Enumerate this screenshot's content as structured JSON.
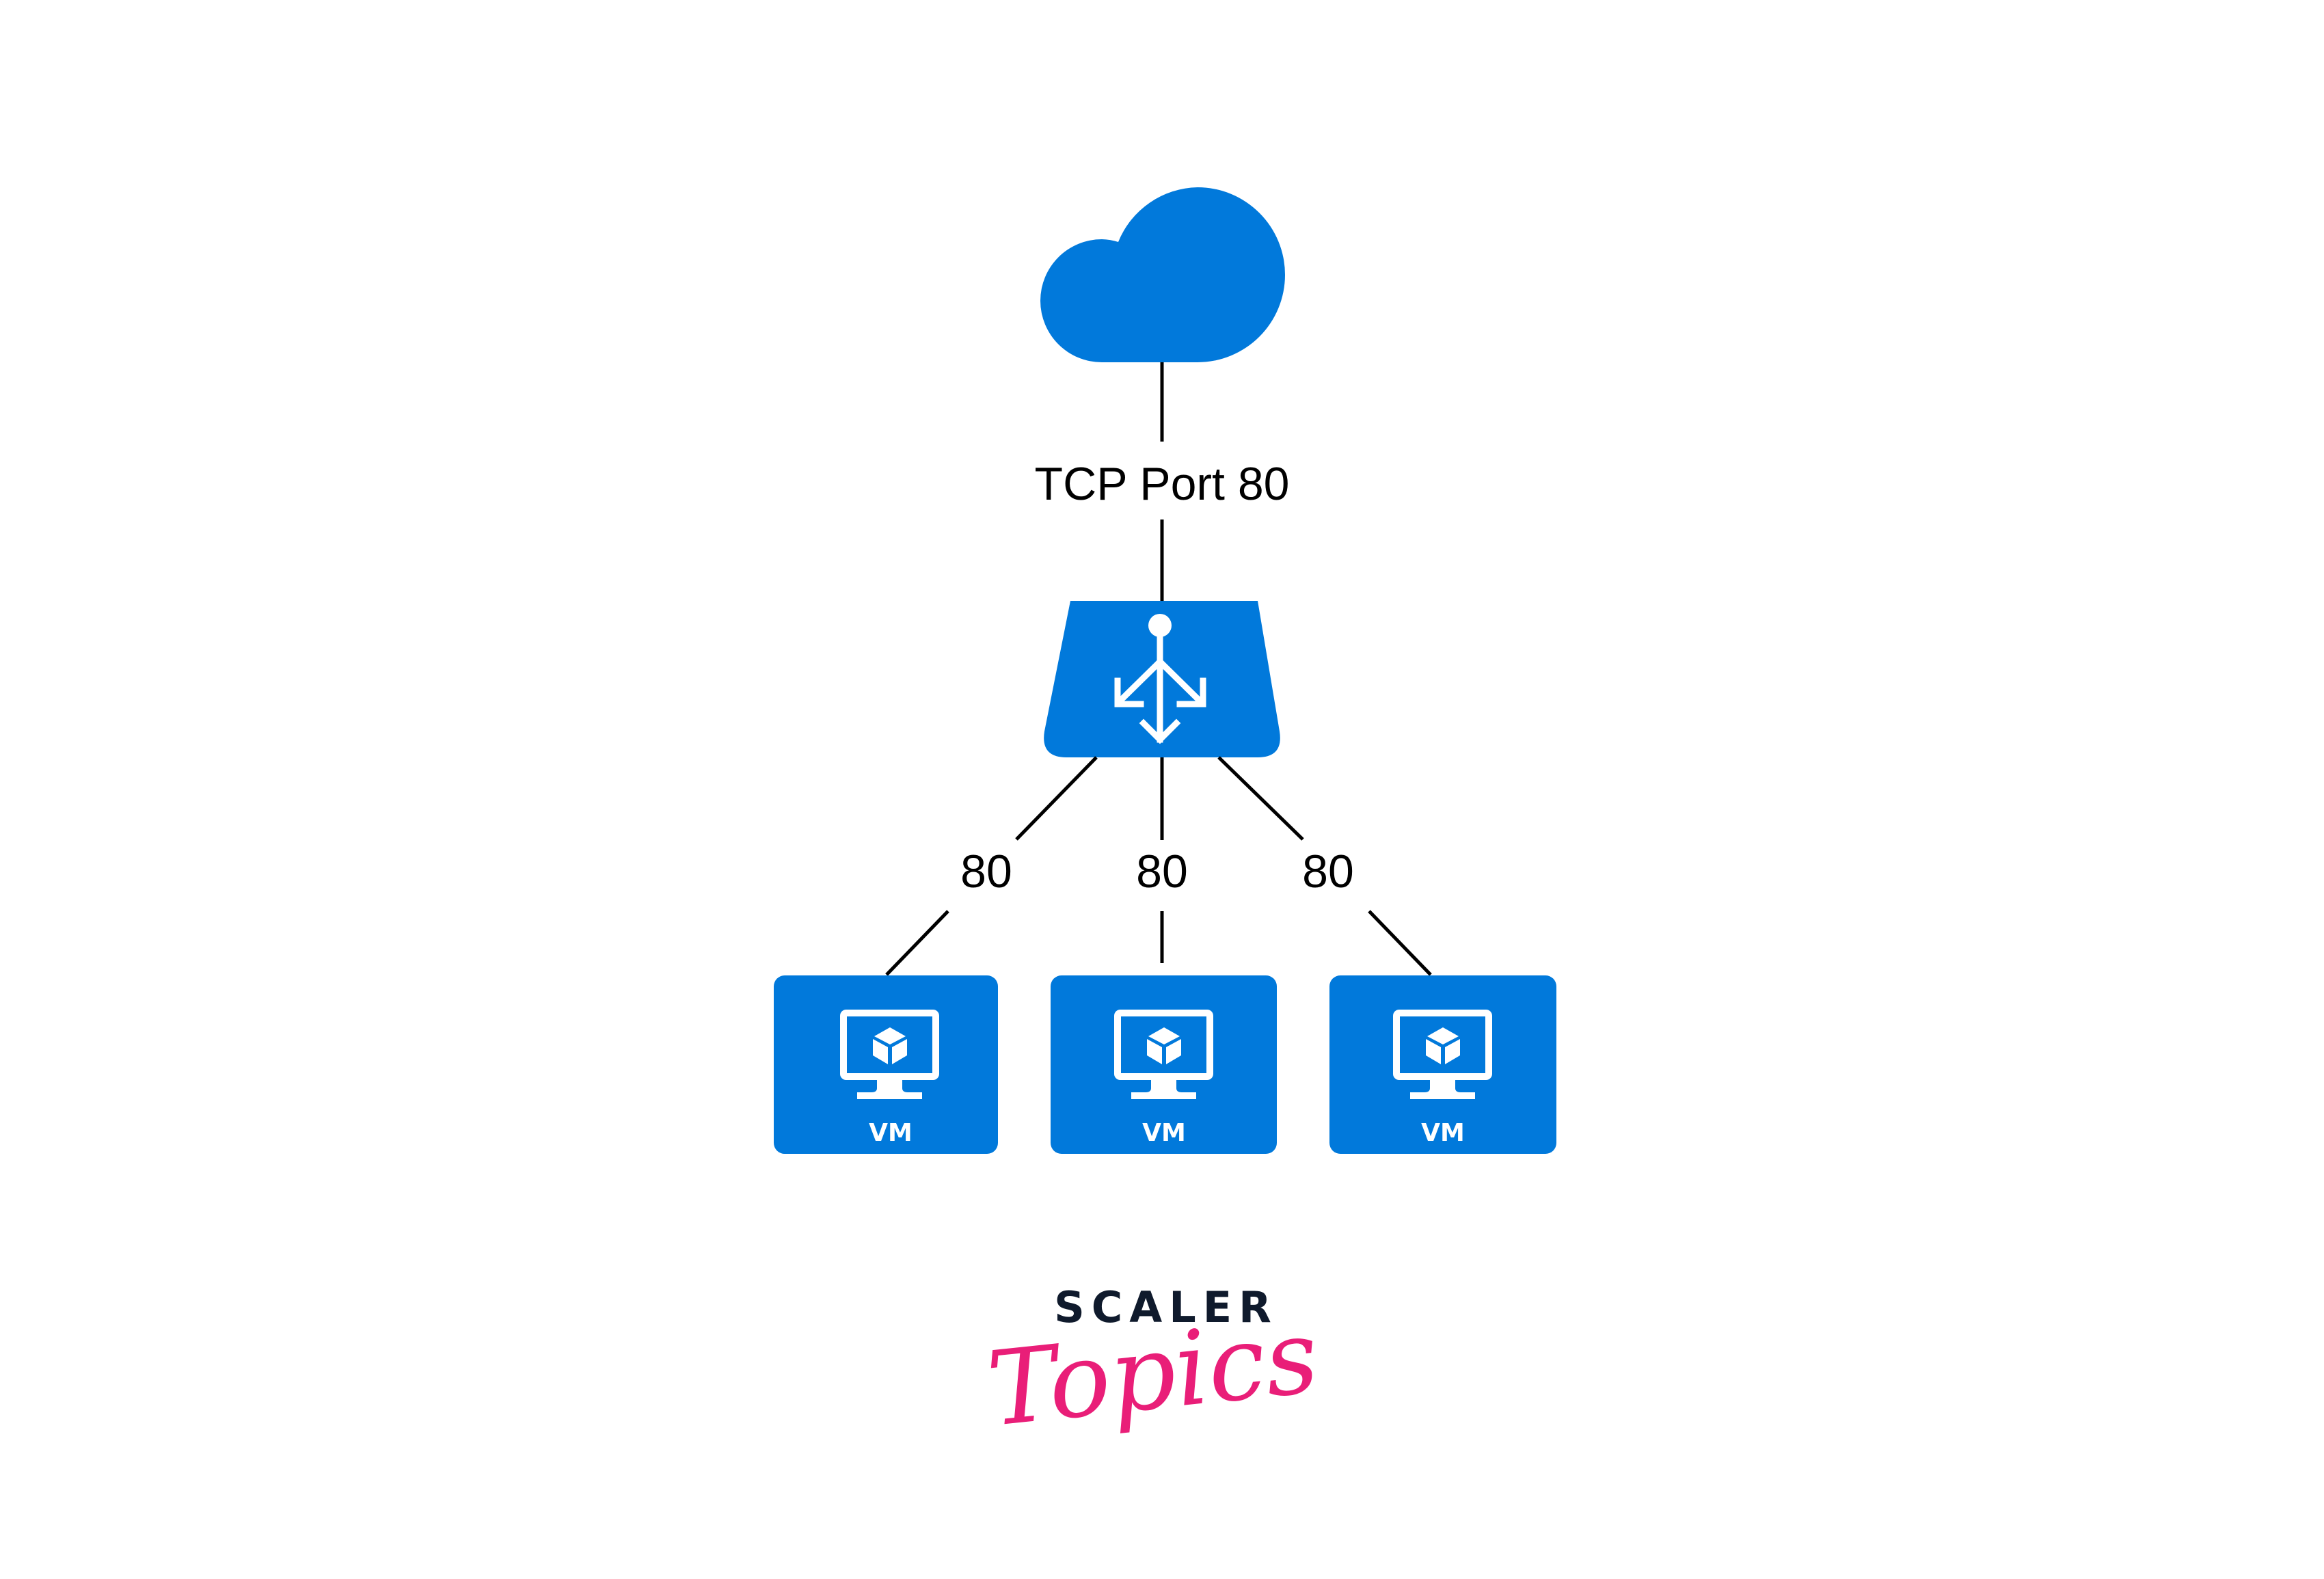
{
  "diagram": {
    "title": "Azure Load Balancer distributing TCP Port 80 traffic to VMs",
    "colors": {
      "node": "#0179db",
      "line": "#000000",
      "brand_dark": "#0f1a2c",
      "brand_pink": "#e91e78"
    },
    "internet": {
      "icon": "cloud-icon",
      "label": ""
    },
    "ingress_label": "TCP Port 80",
    "load_balancer": {
      "icon": "load-balancer-icon"
    },
    "backends": [
      {
        "label": "VM",
        "port_label": "80",
        "icon": "virtual-machine-icon"
      },
      {
        "label": "VM",
        "port_label": "80",
        "icon": "virtual-machine-icon"
      },
      {
        "label": "VM",
        "port_label": "80",
        "icon": "virtual-machine-icon"
      }
    ]
  },
  "brand": {
    "line1": "SCALER",
    "line2": "Topics"
  }
}
